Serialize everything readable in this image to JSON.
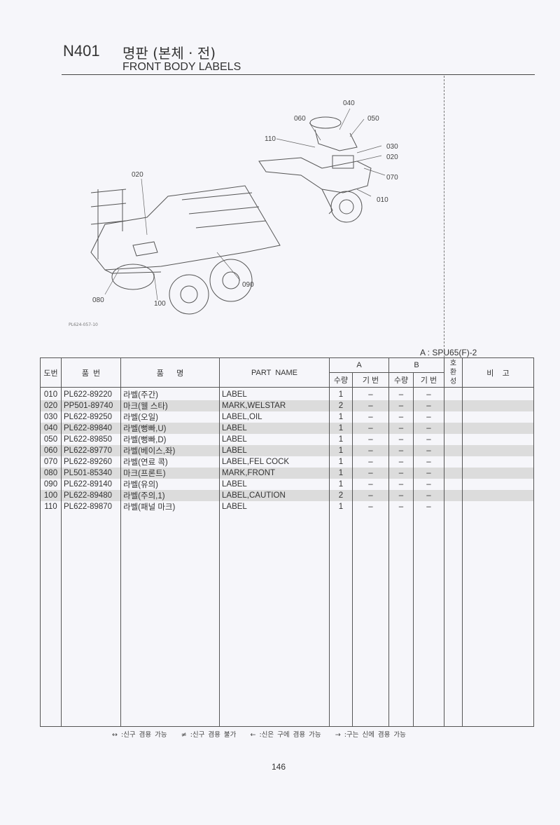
{
  "header": {
    "code": "N401",
    "title_ko": "명판 (본체 · 전)",
    "title_en": "FRONT BODY LABELS"
  },
  "diagram": {
    "callouts_top": [
      "040",
      "060",
      "050",
      "110",
      "030",
      "020",
      "070",
      "010"
    ],
    "callouts_main": [
      "020",
      "090",
      "080",
      "100"
    ],
    "caption": "PL624-057-10"
  },
  "model_note": "A : SPU65(F)-2",
  "table": {
    "headers": {
      "no": "도번",
      "part_no": "품  번",
      "name_ko": "품      명",
      "part_name": "PART  NAME",
      "a": "A",
      "b": "B",
      "compat": "호\n환\n성",
      "remarks": "비    고",
      "qty": "수량",
      "machine": "기 번"
    },
    "rows": [
      {
        "no": "010",
        "part_no": "PL622-89220",
        "name_ko": "라벨(주간)",
        "part_name": "LABEL",
        "a_qty": "1",
        "a_mach": "–",
        "b_qty": "–",
        "b_mach": "–"
      },
      {
        "no": "020",
        "part_no": "PP501-89740",
        "name_ko": "마크(웰 스타)",
        "part_name": "MARK,WELSTAR",
        "a_qty": "2",
        "a_mach": "–",
        "b_qty": "–",
        "b_mach": "–"
      },
      {
        "no": "030",
        "part_no": "PL622-89250",
        "name_ko": "라벨(오일)",
        "part_name": "LABEL,OIL",
        "a_qty": "1",
        "a_mach": "–",
        "b_qty": "–",
        "b_mach": "–"
      },
      {
        "no": "040",
        "part_no": "PL622-89840",
        "name_ko": "라벨(뻥빠,U)",
        "part_name": "LABEL",
        "a_qty": "1",
        "a_mach": "–",
        "b_qty": "–",
        "b_mach": "–"
      },
      {
        "no": "050",
        "part_no": "PL622-89850",
        "name_ko": "라벨(뻥빠,D)",
        "part_name": "LABEL",
        "a_qty": "1",
        "a_mach": "–",
        "b_qty": "–",
        "b_mach": "–"
      },
      {
        "no": "060",
        "part_no": "PL622-89770",
        "name_ko": "라벨(베이스,좌)",
        "part_name": "LABEL",
        "a_qty": "1",
        "a_mach": "–",
        "b_qty": "–",
        "b_mach": "–"
      },
      {
        "no": "070",
        "part_no": "PL622-89260",
        "name_ko": "라벨(연료 콕)",
        "part_name": "LABEL,FEL COCK",
        "a_qty": "1",
        "a_mach": "–",
        "b_qty": "–",
        "b_mach": "–"
      },
      {
        "no": "080",
        "part_no": "PL501-85340",
        "name_ko": "마크(프론트)",
        "part_name": "MARK,FRONT",
        "a_qty": "1",
        "a_mach": "–",
        "b_qty": "–",
        "b_mach": "–"
      },
      {
        "no": "090",
        "part_no": "PL622-89140",
        "name_ko": "라벨(유의)",
        "part_name": "LABEL",
        "a_qty": "1",
        "a_mach": "–",
        "b_qty": "–",
        "b_mach": "–"
      },
      {
        "no": "100",
        "part_no": "PL622-89480",
        "name_ko": "라벨(주의,1)",
        "part_name": "LABEL,CAUTION",
        "a_qty": "2",
        "a_mach": "–",
        "b_qty": "–",
        "b_mach": "–"
      },
      {
        "no": "110",
        "part_no": "PL622-89870",
        "name_ko": "라벨(패널 마크)",
        "part_name": "LABEL",
        "a_qty": "1",
        "a_mach": "–",
        "b_qty": "–",
        "b_mach": "–"
      }
    ]
  },
  "legend": "↔ :신구 겸용 가능    ≠ :신구 겸용 불가    ← :신은 구에 겸용 가능    → :구는 신에 겸용 가능",
  "page_number": "146"
}
